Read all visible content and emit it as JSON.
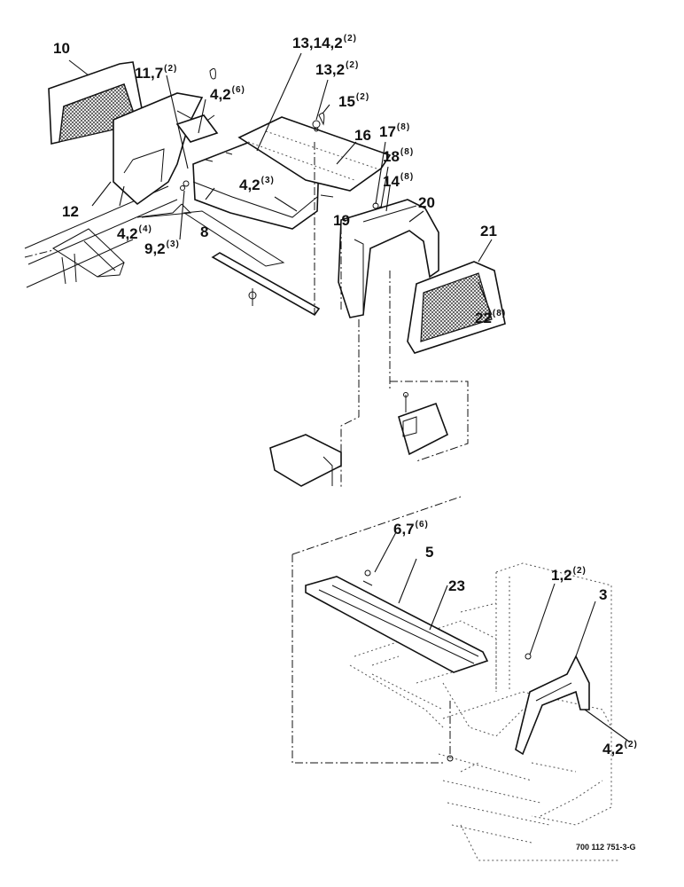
{
  "diagram": {
    "callouts": [
      {
        "id": "c10",
        "text": "10",
        "qty": ""
      },
      {
        "id": "c11",
        "text": "11,7",
        "qty": "(2)"
      },
      {
        "id": "c4a",
        "text": "4,2",
        "qty": "(6)"
      },
      {
        "id": "c13a",
        "text": "13,14,2",
        "qty": "(2)"
      },
      {
        "id": "c13b",
        "text": "13,2",
        "qty": "(2)"
      },
      {
        "id": "c15",
        "text": "15",
        "qty": "(2)"
      },
      {
        "id": "c16",
        "text": "16",
        "qty": ""
      },
      {
        "id": "c17",
        "text": "17",
        "qty": "(8)"
      },
      {
        "id": "c18",
        "text": "18",
        "qty": "(8)"
      },
      {
        "id": "c14",
        "text": "14",
        "qty": "(8)"
      },
      {
        "id": "c20",
        "text": "20",
        "qty": ""
      },
      {
        "id": "c19",
        "text": "19",
        "qty": ""
      },
      {
        "id": "c4b",
        "text": "4,2",
        "qty": "(3)"
      },
      {
        "id": "c12",
        "text": "12",
        "qty": ""
      },
      {
        "id": "c4c",
        "text": "4,2",
        "qty": "(4)"
      },
      {
        "id": "c8",
        "text": "8",
        "qty": ""
      },
      {
        "id": "c9",
        "text": "9,2",
        "qty": "(3)"
      },
      {
        "id": "c21",
        "text": "21",
        "qty": ""
      },
      {
        "id": "c22",
        "text": "22",
        "qty": "(8)"
      },
      {
        "id": "c6",
        "text": "6,7",
        "qty": "(6)"
      },
      {
        "id": "c5",
        "text": "5",
        "qty": ""
      },
      {
        "id": "c23",
        "text": "23",
        "qty": ""
      },
      {
        "id": "c1",
        "text": "1,2",
        "qty": "(2)"
      },
      {
        "id": "c3",
        "text": "3",
        "qty": ""
      },
      {
        "id": "c4d",
        "text": "4,2",
        "qty": "(2)"
      }
    ],
    "document_number": "700 112 751-3-G"
  }
}
